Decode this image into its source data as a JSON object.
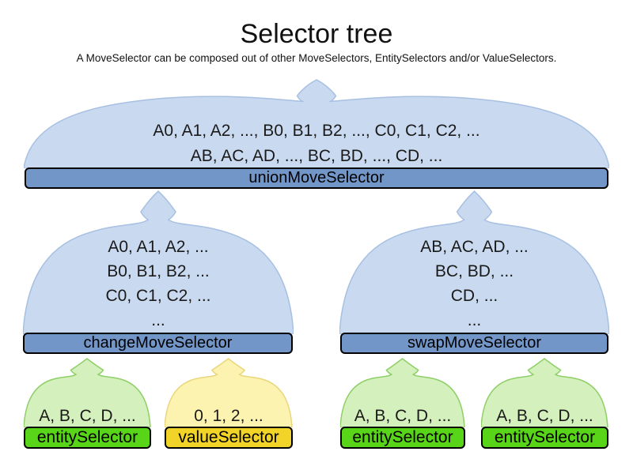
{
  "title": "Selector tree",
  "subtitle": "A MoveSelector can be composed out of other MoveSelectors, EntitySelectors and/or ValueSelectors.",
  "colors": {
    "move_selector_fill": "#c9d9ef",
    "move_selector_stroke": "#a7c0e2",
    "move_selector_bar": "#7396c8",
    "entity_selector_fill": "#d4f0bc",
    "entity_selector_stroke": "#8ecf67",
    "entity_selector_bar": "#58d518",
    "value_selector_fill": "#fdf3b1",
    "value_selector_stroke": "#e9d67c",
    "value_selector_bar": "#f2d328"
  },
  "nodes": {
    "union": {
      "label": "unionMoveSelector",
      "lines": [
        "A0, A1, A2, ..., B0, B1, B2, ..., C0, C1, C2, ...",
        "AB, AC, AD, ..., BC, BD, ..., CD, ..."
      ]
    },
    "change": {
      "label": "changeMoveSelector",
      "lines": [
        "A0, A1, A2, ...",
        "B0, B1, B2, ...",
        "C0, C1, C2, ...",
        "..."
      ]
    },
    "swap": {
      "label": "swapMoveSelector",
      "lines": [
        "AB, AC, AD, ...",
        "BC, BD, ...",
        "CD, ...",
        "..."
      ]
    },
    "entity1": {
      "label": "entitySelector",
      "lines": [
        "A, B, C, D, ..."
      ]
    },
    "value1": {
      "label": "valueSelector",
      "lines": [
        "0, 1, 2, ..."
      ]
    },
    "entity2": {
      "label": "entitySelector",
      "lines": [
        "A, B, C, D, ..."
      ]
    },
    "entity3": {
      "label": "entitySelector",
      "lines": [
        "A, B, C, D, ..."
      ]
    }
  }
}
